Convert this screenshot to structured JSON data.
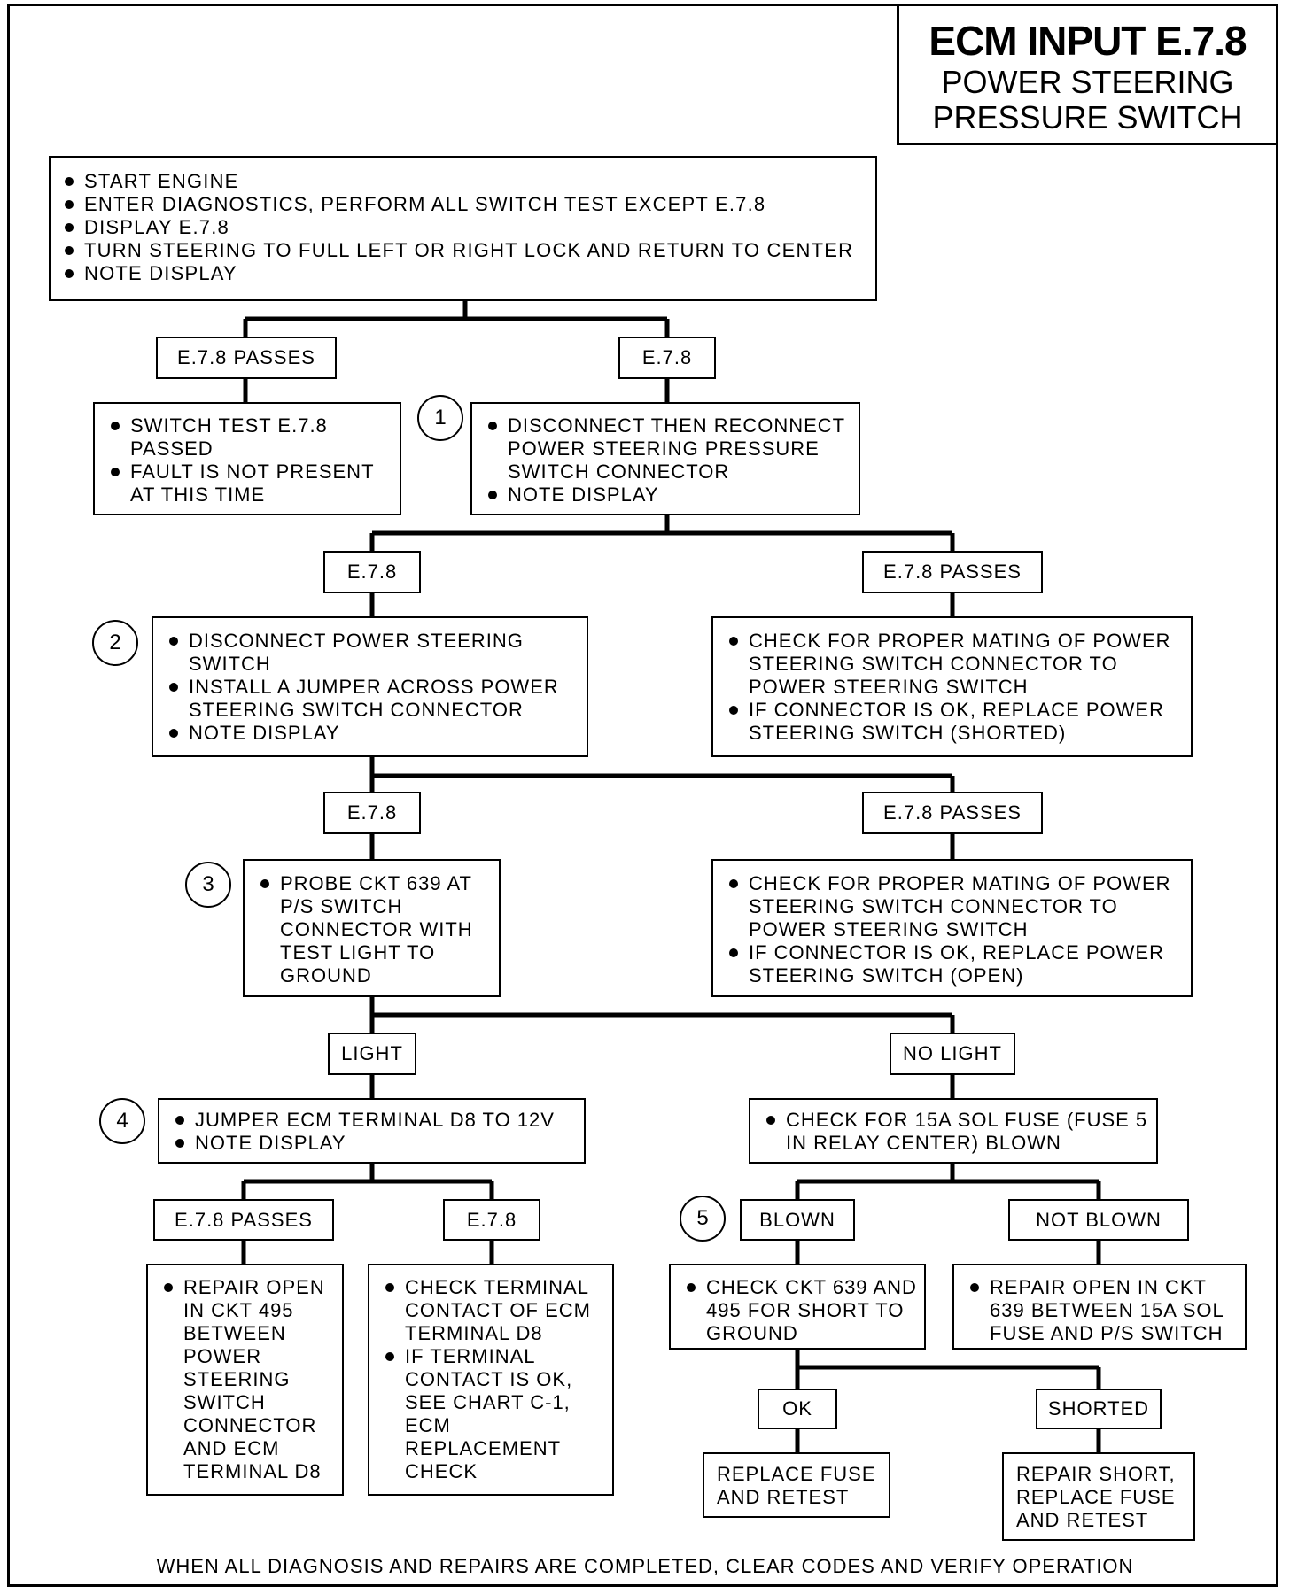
{
  "title": {
    "main": "ECM INPUT E.7.8",
    "sub1": "POWER STEERING",
    "sub2": "PRESSURE SWITCH"
  },
  "start": {
    "items": [
      "START ENGINE",
      "ENTER DIAGNOSTICS, PERFORM ALL SWITCH TEST EXCEPT E.7.8",
      "DISPLAY E.7.8",
      "TURN STEERING TO FULL LEFT OR RIGHT LOCK AND RETURN TO CENTER",
      "NOTE DISPLAY"
    ]
  },
  "labels": {
    "l1a": "E.7.8 PASSES",
    "l1b": "E.7.8",
    "l2a": "E.7.8",
    "l2b": "E.7.8 PASSES",
    "l3a": "E.7.8",
    "l3b": "E.7.8 PASSES",
    "l4a": "LIGHT",
    "l4b": "NO LIGHT",
    "l5a": "E.7.8 PASSES",
    "l5b": "E.7.8",
    "l5c": "BLOWN",
    "l5d": "NOT BLOWN",
    "l6a": "OK",
    "l6b": "SHORTED"
  },
  "steps": {
    "s1": "1",
    "s2": "2",
    "s3": "3",
    "s4": "4",
    "s5": "5"
  },
  "boxes": {
    "passed": [
      "SWITCH TEST E.7.8 PASSED",
      "FAULT IS NOT PRESENT AT THIS TIME"
    ],
    "step1": [
      "DISCONNECT THEN RECONNECT POWER STEERING PRESSURE SWITCH CONNECTOR",
      "NOTE DISPLAY"
    ],
    "step2": [
      "DISCONNECT POWER STEERING SWITCH",
      "INSTALL A JUMPER ACROSS POWER STEERING SWITCH CONNECTOR",
      "NOTE DISPLAY"
    ],
    "shorted": [
      "CHECK FOR PROPER MATING OF POWER STEERING SWITCH CONNECTOR TO POWER STEERING SWITCH",
      "IF CONNECTOR IS OK, REPLACE POWER STEERING SWITCH (SHORTED)"
    ],
    "step3": [
      "PROBE CKT 639 AT P/S SWITCH CONNECTOR WITH TEST LIGHT TO GROUND"
    ],
    "open": [
      "CHECK FOR PROPER MATING OF POWER STEERING SWITCH CONNECTOR TO POWER STEERING SWITCH",
      "IF CONNECTOR IS OK, REPLACE POWER STEERING SWITCH (OPEN)"
    ],
    "step4": [
      "JUMPER ECM TERMINAL D8 TO 12V",
      "NOTE DISPLAY"
    ],
    "fuse": [
      "CHECK FOR 15A SOL FUSE (FUSE 5 IN RELAY CENTER) BLOWN"
    ],
    "repair495": [
      "REPAIR OPEN IN CKT 495 BETWEEN POWER STEERING SWITCH CONNECTOR AND ECM TERMINAL D8"
    ],
    "terminal": [
      "CHECK TERMINAL CONTACT OF ECM TERMINAL D8",
      "IF TERMINAL CONTACT IS OK, SEE CHART C-1, ECM REPLACEMENT CHECK"
    ],
    "step5": [
      "CHECK CKT 639 AND 495 FOR SHORT TO GROUND"
    ],
    "repair639": [
      "REPAIR OPEN IN CKT 639 BETWEEN 15A SOL FUSE AND P/S SWITCH"
    ],
    "replacefuse": "REPLACE FUSE AND RETEST",
    "repairshort": "REPAIR SHORT, REPLACE FUSE AND RETEST"
  },
  "footer": "WHEN ALL DIAGNOSIS AND REPAIRS ARE COMPLETED, CLEAR CODES AND VERIFY OPERATION"
}
